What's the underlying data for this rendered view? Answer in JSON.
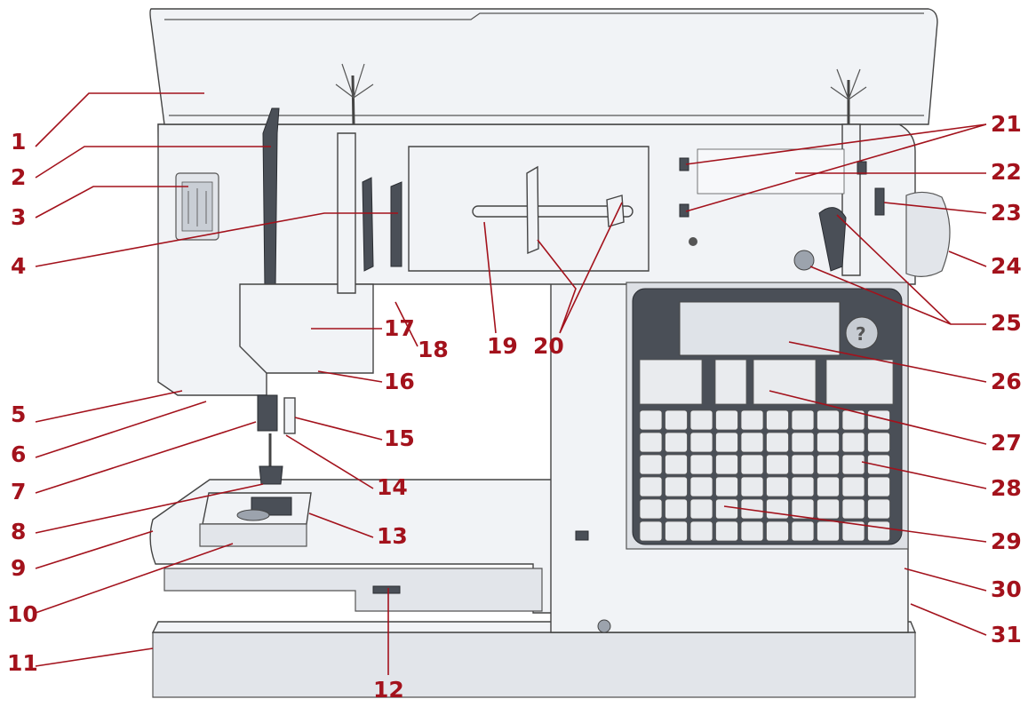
{
  "callouts": [
    "1",
    "2",
    "3",
    "4",
    "5",
    "6",
    "7",
    "8",
    "9",
    "10",
    "11",
    "12",
    "13",
    "14",
    "15",
    "16",
    "17",
    "18",
    "19",
    "20",
    "21",
    "22",
    "23",
    "24",
    "25",
    "26",
    "27",
    "28",
    "29",
    "30",
    "31"
  ],
  "colors": {
    "label": "#a3121c",
    "outline": "#444444",
    "body": "#f1f3f6",
    "panel": "#4a4f57"
  }
}
